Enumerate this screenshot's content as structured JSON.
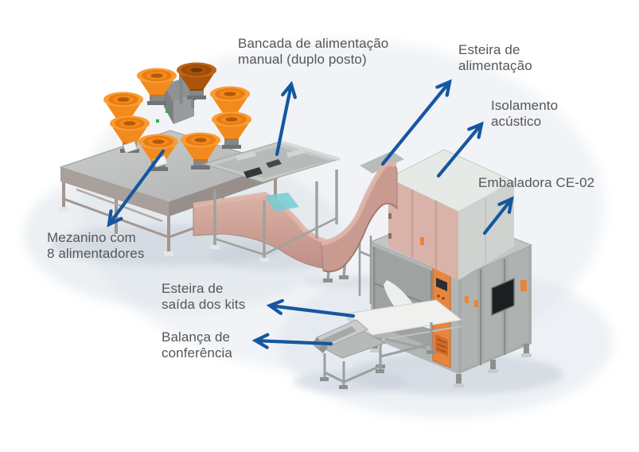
{
  "labels": [
    {
      "id": "bancada-manual",
      "text": "Bancada de alimentação\nmanual (duplo posto)"
    },
    {
      "id": "esteira-alimentacao",
      "text": "Esteira de\nalimentação"
    },
    {
      "id": "isolamento-acustico",
      "text": "Isolamento\nacústico"
    },
    {
      "id": "embaladora",
      "text": "Embaladora CE-02"
    },
    {
      "id": "mezanino",
      "text": "Mezanino com\n8 alimentadores"
    },
    {
      "id": "esteira-saida",
      "text": "Esteira de\nsaída dos kits"
    },
    {
      "id": "balanca",
      "text": "Balança de\nconferência"
    }
  ],
  "annotation_arrows": [
    {
      "target": "bancada-manual"
    },
    {
      "target": "esteira-alimentacao"
    },
    {
      "target": "isolamento-acustico"
    },
    {
      "target": "embaladora"
    },
    {
      "target": "mezanino"
    },
    {
      "target": "esteira-saida"
    },
    {
      "target": "balanca"
    }
  ],
  "icons": {
    "annotation_arrow": "open-chevron-arrow"
  },
  "colors": {
    "arrow_blue": "#15579f",
    "label_text": "#55565a",
    "feeder_orange": "#f28a1d",
    "feeder_orange_dark": "#aa540b",
    "conveyor_salmon": "#c89a90",
    "machine_gray": "#b1b5b4",
    "enclosure_pink": "#d9b3a9",
    "enclosure_top": "#e5eae6",
    "panel_orange": "#e9843e",
    "belt_white": "#f0f1ef",
    "accent_teal": "#76ccd4"
  }
}
